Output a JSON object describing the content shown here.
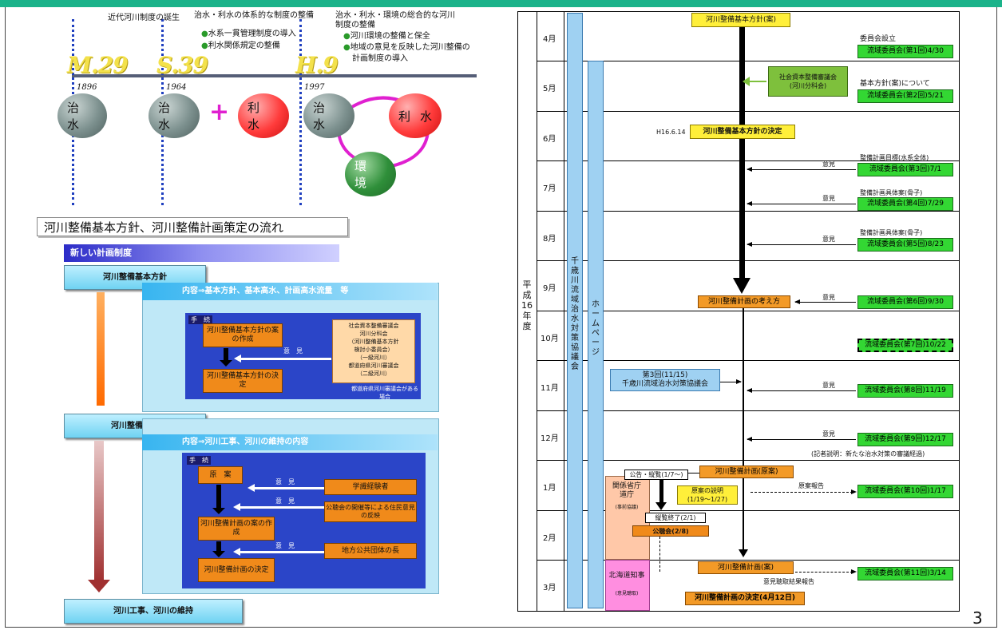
{
  "timeline": {
    "era1": {
      "label": "M.29",
      "year": "1896",
      "caption": "近代河川制度の誕生"
    },
    "era2": {
      "label": "S.39",
      "year": "1964",
      "caption": "治水・利水の体系的な制度の整備",
      "bullets": [
        "水系一貫管理制度の導入",
        "利水関係規定の整備"
      ]
    },
    "era3": {
      "label": "H.9",
      "year": "1997",
      "caption1": "治水・利水・環境の総合的な河川",
      "caption2": "制度の整備",
      "bullets": [
        "河川環境の整備と保全",
        "地域の意見を反映した河川整備の"
      ],
      "bullet_cont": "計画制度の導入"
    },
    "circles": {
      "chisui": "治水",
      "risui": "利水",
      "kankyo": "環境"
    },
    "plus": "+"
  },
  "flow": {
    "title": "河川整備基本方針、河川整備計画策定の流れ",
    "new_system": "新しい計画制度",
    "kihon_hoshin": "河川整備基本方針",
    "content1": "内容⇒基本方針、基本高水、計画高水流量　等",
    "tetsuzuki": "手　続",
    "step_a1": "河川整備基本方針の案の作成",
    "step_a2": "河川整備基本方針の決定",
    "iken": "意　見",
    "council": [
      "社会資本整備審議会",
      "河川分科会",
      "（河川整備基本方針",
      "検討小委員会）",
      "（一級河川）",
      "都道府県河川審議会",
      "（二級河川）"
    ],
    "council_note": "都道府県河川審議会がある場合",
    "seibi_keikaku": "河川整備計画",
    "content2": "内容⇒河川工事、河川の維持の内容",
    "gen_an": "原　案",
    "step_b1": "河川整備計画の案の作成",
    "step_b2": "河川整備計画の決定",
    "gakushiki": "学識経験者",
    "kochokai": "公聴会の開催等による住民意見の反映",
    "chiho": "地方公共団体の長",
    "koji": "河川工事、河川の維持"
  },
  "schedule": {
    "fiscal_year": [
      "平",
      "成",
      "16",
      "年",
      "度"
    ],
    "months": [
      "4月",
      "5月",
      "6月",
      "7月",
      "8月",
      "9月",
      "10月",
      "11月",
      "12月",
      "1月",
      "2月",
      "3月"
    ],
    "kyogikai": "千歳川流域治水対策協議会",
    "homepage": "ホームページ",
    "kihon_an": "河川整備基本方針(案)",
    "shakai": "社会資本整備審議会\n(河川分科会)",
    "kettei_date": "H16.6.14",
    "kettei": "河川整備基本方針の決定",
    "kangaekata": "河川整備計画の考え方",
    "kyogi3": "第3回(11/15)\n千歳川流域治水対策協議会",
    "gen_an": "河川整備計画(原案)",
    "kokoku": "公告・縦覧(1/7〜)",
    "kankei": "関係省庁\n道庁",
    "kankei_note": "(事前協議)",
    "setsumei": "原案の説明\n(1/19〜1/27)",
    "genan_hokoku": "原案報告",
    "juran_end": "縦覧終了(2/1)",
    "kochokai": "公聴会(2/8)",
    "an": "河川整備計画(案)",
    "chiji": "北海道知事",
    "chiji_note": "(意見聴取)",
    "chosei": "意見聴取結果報告",
    "final": "河川整備計画の決定(4月12日)",
    "iken": "意見",
    "notes": {
      "iinkai_setsuritsu": "委員会設立",
      "kihon_ni": "基本方針(案)について",
      "mokuhyo": "整備計画目標(水系全体)",
      "gutai1": "整備計画具体案(骨子)",
      "gutai2": "整備計画具体案(骨子)",
      "kiroku": "(記者説明：新たな治水対策の審議経過)"
    },
    "committees": [
      "流域委員会(第1回)4/30",
      "流域委員会(第2回)5/21",
      "流域委員会(第3回)7/1",
      "流域委員会(第4回)7/29",
      "流域委員会(第5回)8/23",
      "流域委員会(第6回)9/30",
      "流域委員会(第7回)10/22",
      "流域委員会(第8回)11/19",
      "流域委員会(第9回)12/17",
      "流域委員会(第10回)1/17",
      "流域委員会(第11回)3/14"
    ]
  },
  "page_number": "3"
}
